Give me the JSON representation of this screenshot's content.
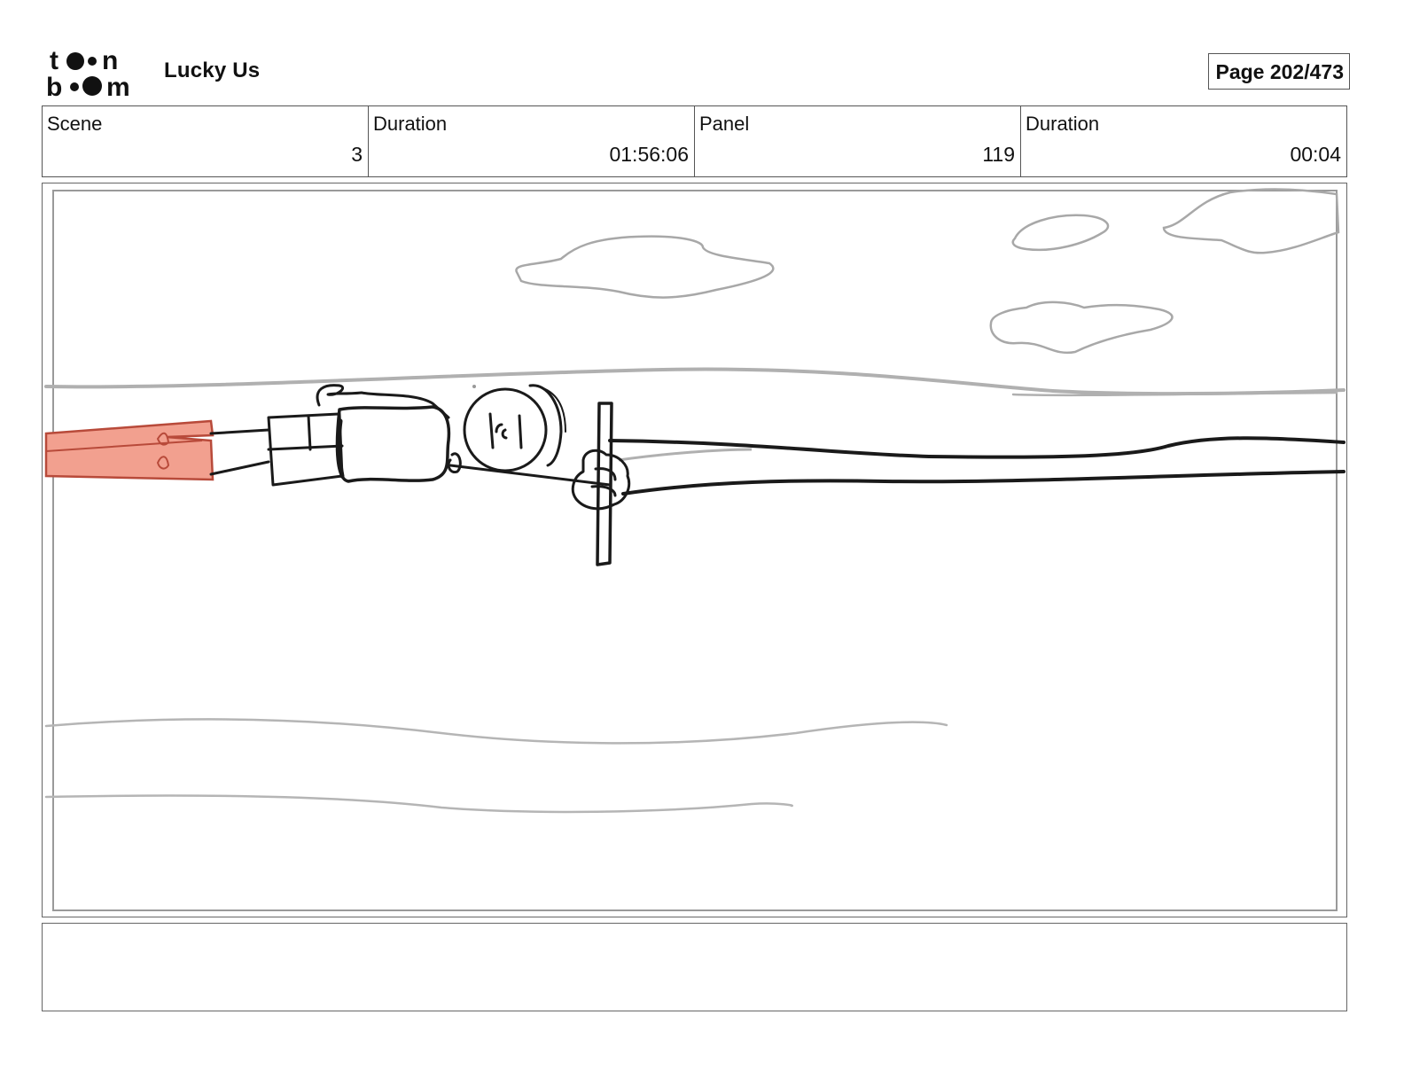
{
  "header": {
    "logo_text": [
      "to",
      "on",
      "bo",
      "om"
    ],
    "project_title": "Lucky Us",
    "page_counter": "Page 202/473"
  },
  "info": {
    "scene": {
      "label": "Scene",
      "value": "3"
    },
    "scene_duration": {
      "label": "Duration",
      "value": "01:56:06"
    },
    "panel": {
      "label": "Panel",
      "value": "119"
    },
    "panel_duration": {
      "label": "Duration",
      "value": "00:04"
    }
  },
  "colors": {
    "sketch_line": "#1a1a1a",
    "sky_line": "#b0b0b0",
    "skin_tone": "#f2a08f",
    "frame_border": "#666666"
  },
  "notes": {
    "text": ""
  }
}
